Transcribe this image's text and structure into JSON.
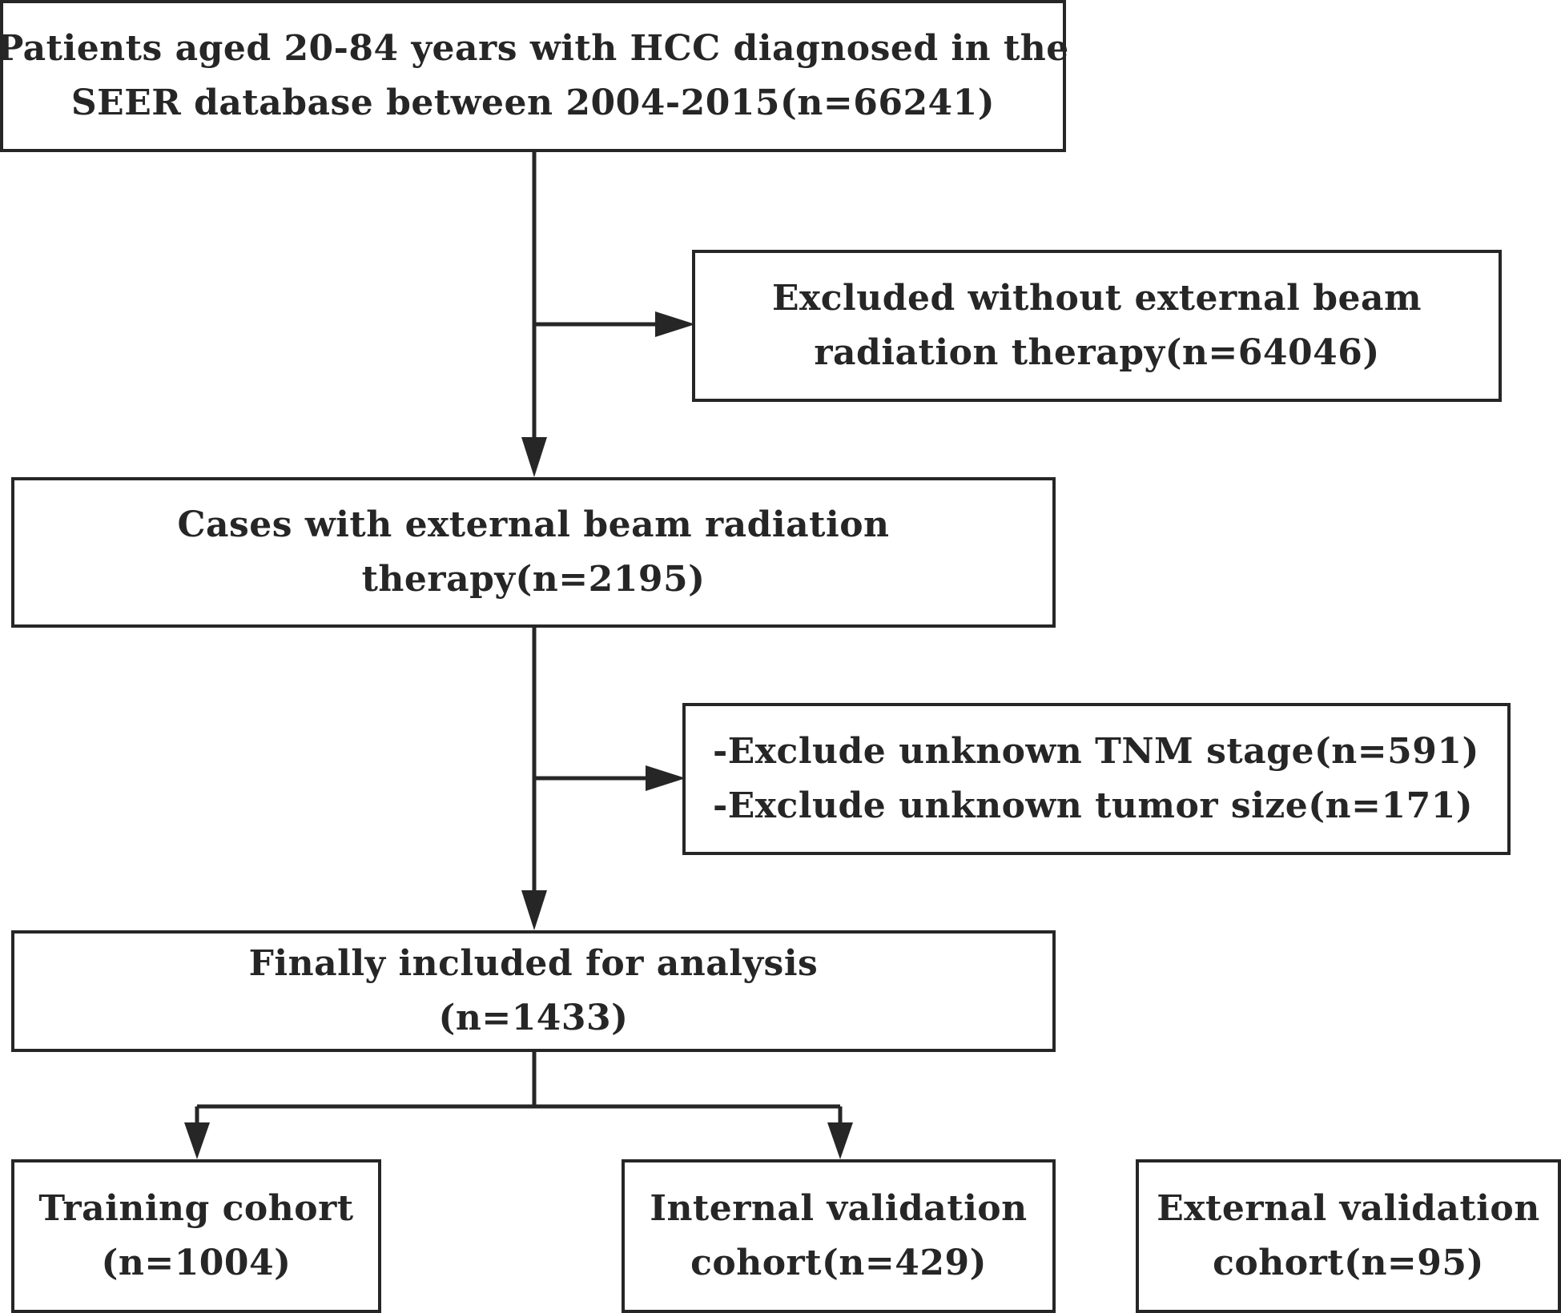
{
  "diagram": {
    "colors": {
      "stroke": "#262626",
      "background": "#ffffff",
      "text": "#262626"
    },
    "nodes": {
      "start": {
        "lines": [
          "Patients aged 20-84 years with HCC diagnosed in the",
          "SEER database between 2004-2015(n=66241)"
        ]
      },
      "excluded_ebrt": {
        "lines": [
          "Excluded without external beam",
          "radiation therapy(n=64046)"
        ]
      },
      "ebrt_cases": {
        "lines": [
          "Cases with external beam radiation",
          "therapy(n=2195)"
        ]
      },
      "excluded_unknown": {
        "lines": [
          "-Exclude unknown TNM stage(n=591)",
          "-Exclude unknown tumor size(n=171)"
        ]
      },
      "final": {
        "lines": [
          "Finally included for analysis",
          "(n=1433)"
        ]
      },
      "training": {
        "lines": [
          "Training cohort",
          "(n=1004)"
        ]
      },
      "internal_validation": {
        "lines": [
          "Internal validation",
          "cohort(n=429)"
        ]
      },
      "external_validation": {
        "lines": [
          "External validation",
          "cohort(n=95)"
        ]
      }
    }
  }
}
